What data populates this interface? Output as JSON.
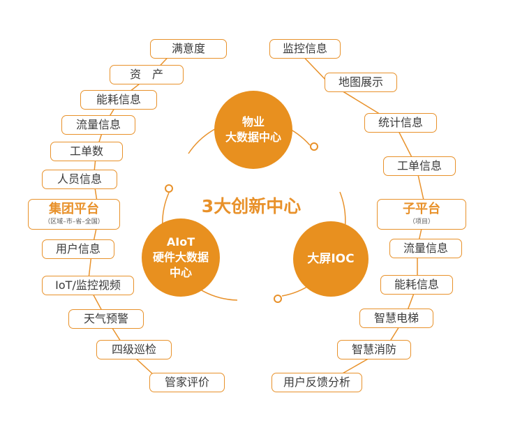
{
  "title": "3大创新中心",
  "colors": {
    "accent": "#e8912a",
    "circle": "#e8901f",
    "text": "#3a3a3a"
  },
  "hubs": [
    {
      "id": "property",
      "label": "物业\n大数据中心"
    },
    {
      "id": "aiot",
      "label": "AIoT\n硬件大数据\n中心"
    },
    {
      "id": "screen",
      "label": "大屏IOC"
    }
  ],
  "left_items": [
    {
      "label": "满意度"
    },
    {
      "label": "资　产"
    },
    {
      "label": "能耗信息"
    },
    {
      "label": "流量信息"
    },
    {
      "label": "工单数"
    },
    {
      "label": "人员信息"
    },
    {
      "label": "集团平台",
      "sub": "（区域–市–省–全国）"
    },
    {
      "label": "用户信息"
    },
    {
      "label": "IoT/监控视频"
    },
    {
      "label": "天气预警"
    },
    {
      "label": "四级巡检"
    },
    {
      "label": "管家评价"
    }
  ],
  "right_items": [
    {
      "label": "监控信息"
    },
    {
      "label": "地图展示"
    },
    {
      "label": "统计信息"
    },
    {
      "label": "工单信息"
    },
    {
      "label": "子平台",
      "sub": "（项目）"
    },
    {
      "label": "流量信息"
    },
    {
      "label": "能耗信息"
    },
    {
      "label": "智慧电梯"
    },
    {
      "label": "智慧消防"
    },
    {
      "label": "用户反馈分析"
    }
  ]
}
